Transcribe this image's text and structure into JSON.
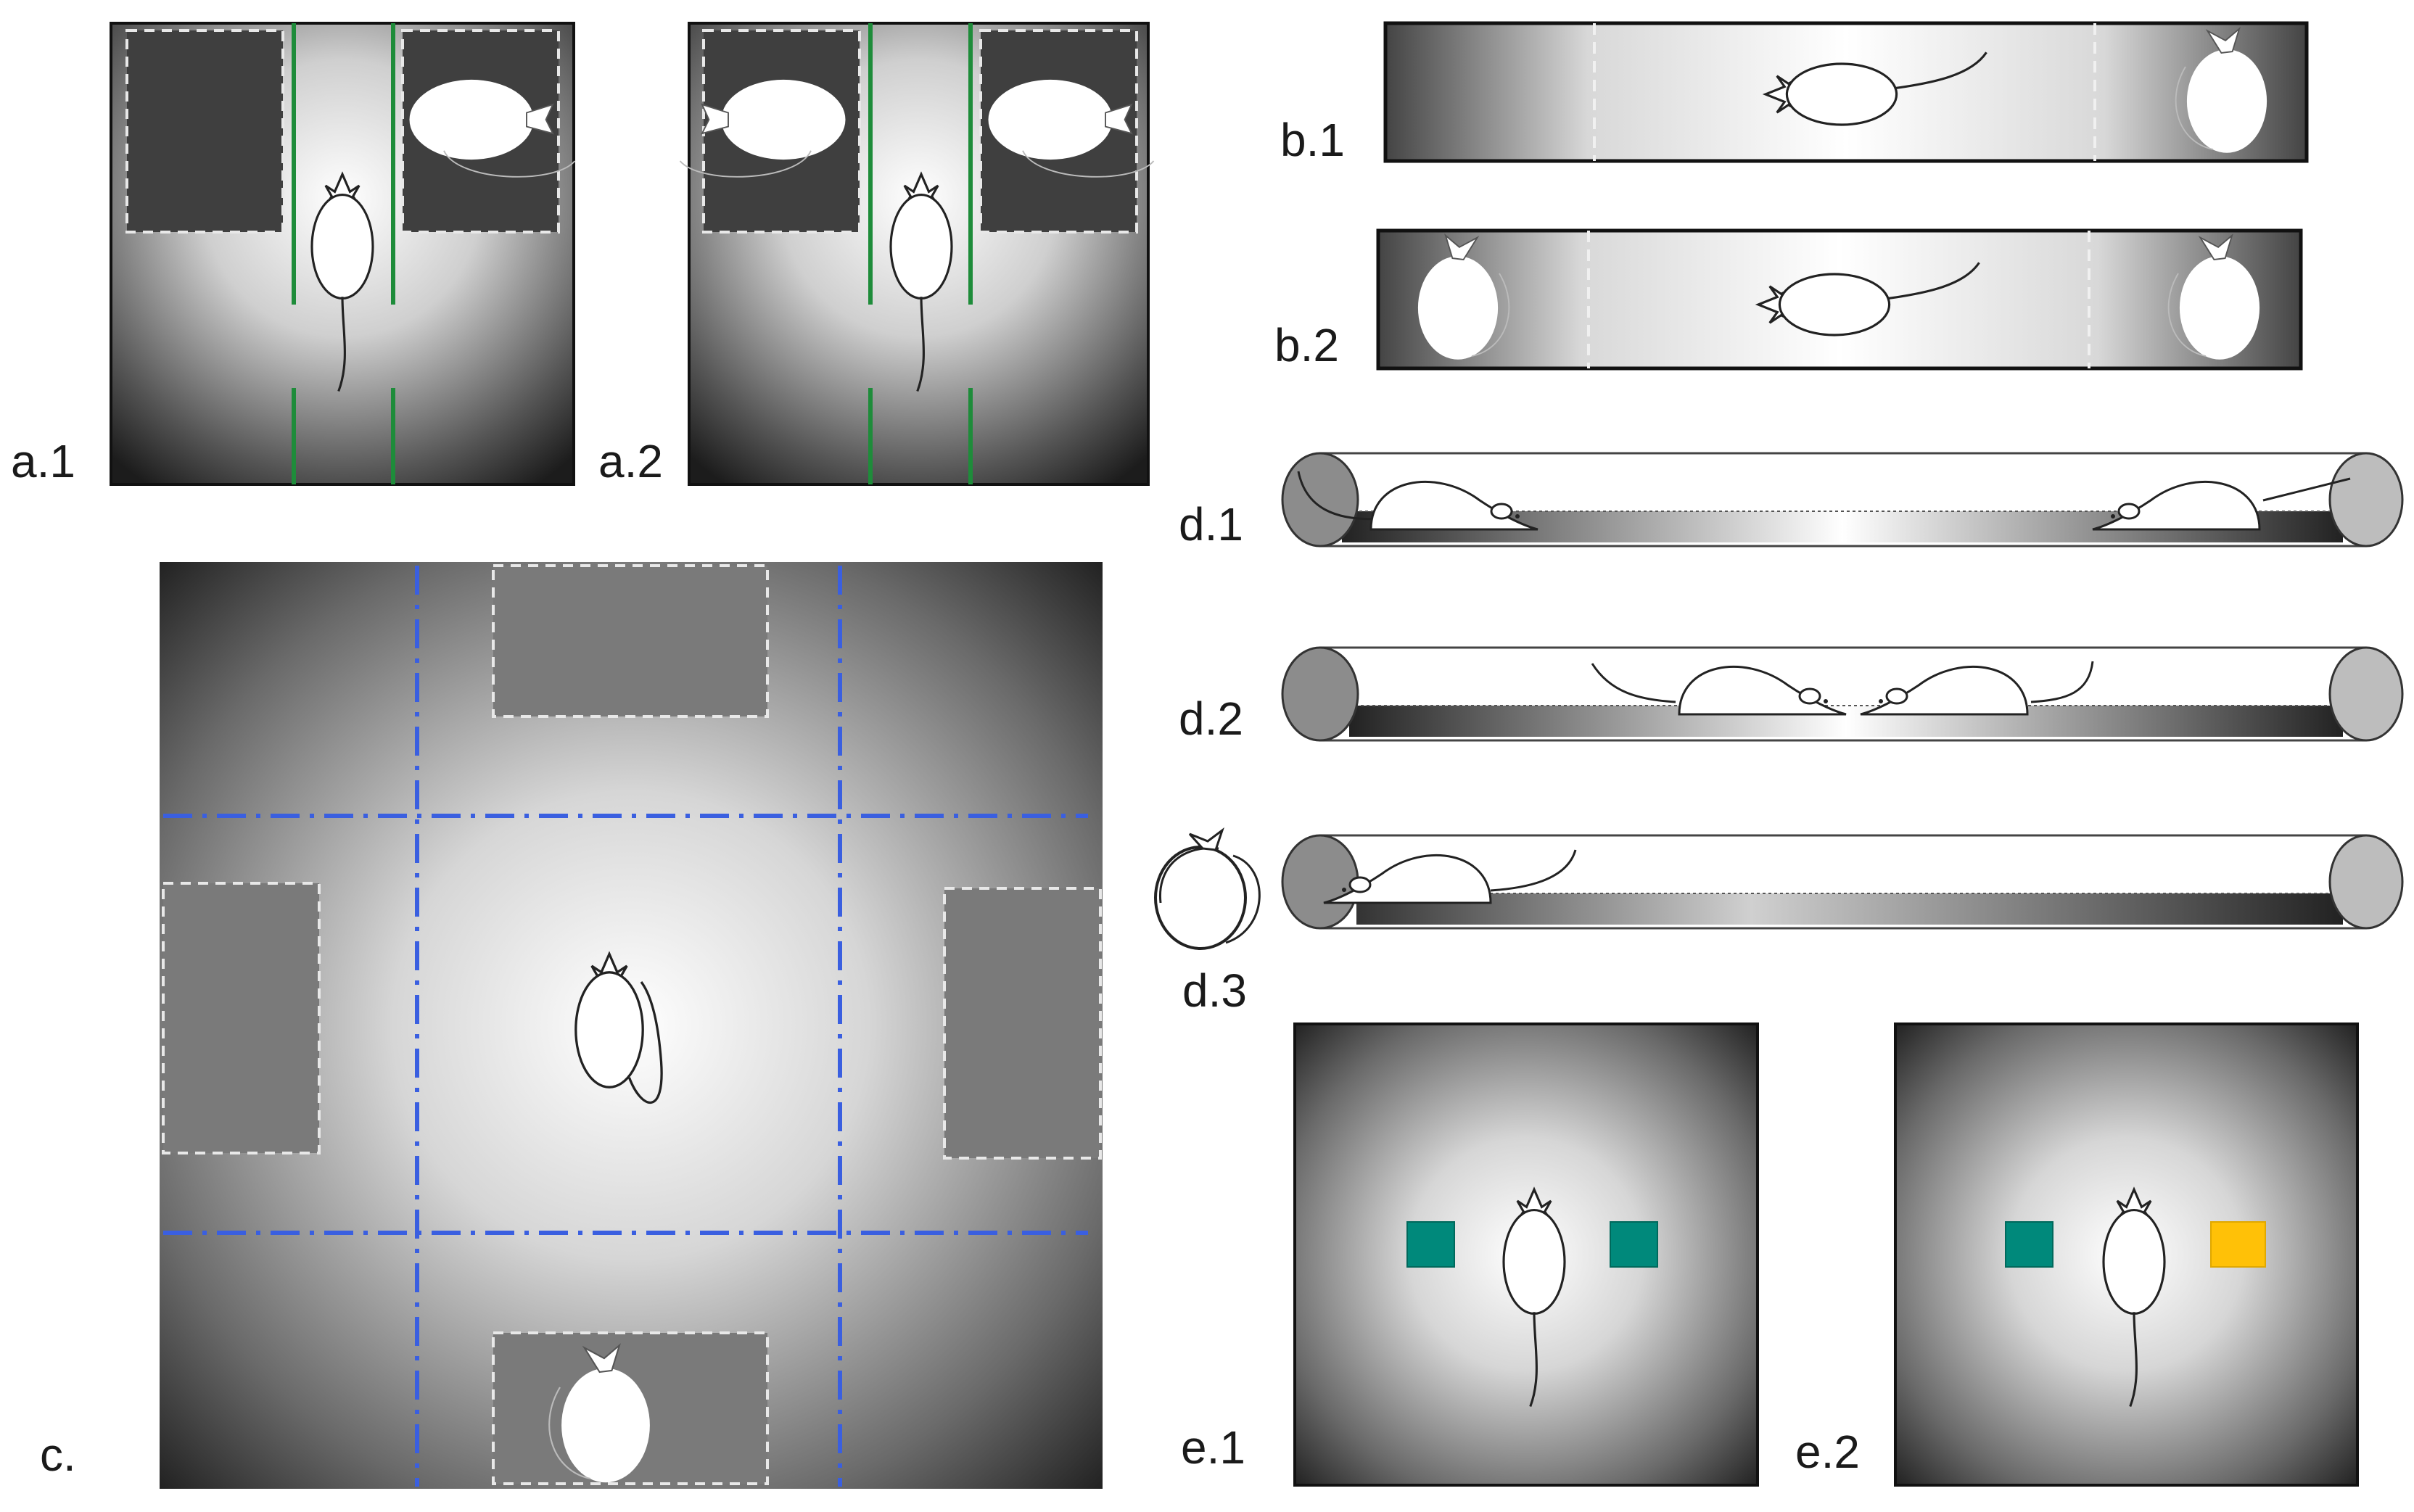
{
  "figure": {
    "labels": {
      "a1": "a.1",
      "a2": "a.2",
      "b1": "b.1",
      "b2": "b.2",
      "c": "c.",
      "d1": "d.1",
      "d2": "d.2",
      "d3": "d.3",
      "e1": "e.1",
      "e2": "e.2"
    },
    "colors": {
      "arena_light": "#ffffff",
      "arena_dark": "#1c1c1c",
      "chamber_fill": "#3f3f3f",
      "zone_fill": "#7a7a7a",
      "divider_dash": "#e8e8e8",
      "green_line": "#1e8c3a",
      "blue_line": "#3a5fe0",
      "teal_object": "#00897b",
      "yellow_object": "#ffc107",
      "tube_end": "#8c8c8c"
    }
  }
}
